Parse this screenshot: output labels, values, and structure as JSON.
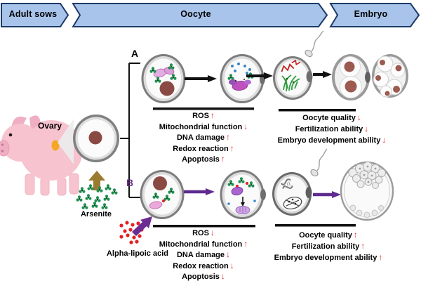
{
  "banner": {
    "segments": [
      {
        "label": "Adult sows"
      },
      {
        "label": "Oocyte"
      },
      {
        "label": "Embryo"
      }
    ]
  },
  "source": {
    "ovary_label": "Ovary",
    "arsenite_label": "Arsenite",
    "ala_label": "Alpha-lipoic acid"
  },
  "pathway_a": {
    "label": "A",
    "effects": [
      {
        "label": "ROS",
        "arrow": "↑"
      },
      {
        "label": "Mitochondrial function",
        "arrow": "↓"
      },
      {
        "label": "DNA damage",
        "arrow": "↑"
      },
      {
        "label": "Redox reaction",
        "arrow": "↑"
      },
      {
        "label": "Apoptosis",
        "arrow": "↑"
      }
    ],
    "outcomes": [
      {
        "label": "Oocyte quality",
        "arrow": "↓"
      },
      {
        "label": "Fertilization ability",
        "arrow": "↓"
      },
      {
        "label": "Embryo development ability",
        "arrow": "↓"
      }
    ]
  },
  "pathway_b": {
    "label": "B",
    "effects": [
      {
        "label": "ROS",
        "arrow": "↓"
      },
      {
        "label": "Mitochondrial function",
        "arrow": "↑"
      },
      {
        "label": "DNA damage",
        "arrow": "↓"
      },
      {
        "label": "Redox reaction",
        "arrow": "↓"
      },
      {
        "label": "Apoptosis",
        "arrow": "↓"
      }
    ],
    "outcomes": [
      {
        "label": "Oocyte quality",
        "arrow": "↑"
      },
      {
        "label": "Fertilization ability",
        "arrow": "↑"
      },
      {
        "label": "Embryo development ability",
        "arrow": "↑"
      }
    ]
  },
  "colors": {
    "banner_fill": "#a9c4eb",
    "banner_border": "#1c3a66",
    "trend_arrow_red": "#e8282d",
    "pathway_b_purple": "#6b2d91",
    "arsenite_arrow_brown": "#9a7b30",
    "arsenite_green": "#1f9050",
    "ala_red": "#e32124",
    "pig_pink": "#f6c3ce",
    "nucleus_brown": "#8a4a44"
  }
}
